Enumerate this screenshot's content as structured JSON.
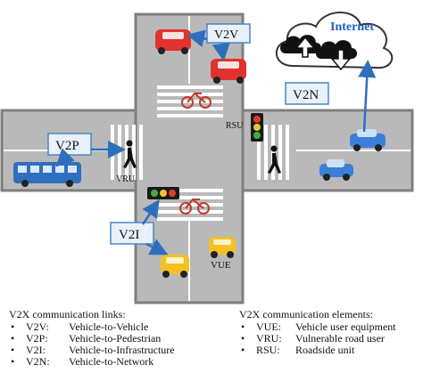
{
  "labels": {
    "v2v": "V2V",
    "v2p": "V2P",
    "v2i": "V2I",
    "v2n": "V2N",
    "rsu": "RSU",
    "vru": "VRU",
    "vue": "VUE",
    "internet": "Internet"
  },
  "legend_links": {
    "title": "V2X communication links:",
    "items": [
      {
        "abbr": "V2V:",
        "text": "Vehicle-to-Vehicle"
      },
      {
        "abbr": "V2P:",
        "text": "Vehicle-to-Pedestrian"
      },
      {
        "abbr": "V2I:",
        "text": "Vehicle-to-Infrastructure"
      },
      {
        "abbr": "V2N:",
        "text": "Vehicle-to-Network"
      }
    ]
  },
  "legend_elements": {
    "title": "V2X communication elements:",
    "items": [
      {
        "abbr": "VUE:",
        "text": "Vehicle user equipment"
      },
      {
        "abbr": "VRU:",
        "text": "Vulnerable road user"
      },
      {
        "abbr": "RSU:",
        "text": "Roadside unit"
      }
    ]
  },
  "colors": {
    "road": "#b9b9b9",
    "kerb": "#7f7f7f",
    "link_box_border": "#4a86c5",
    "link_box_fill": "#e9f1fb",
    "arrow": "#2e6fbd",
    "car_red": "#e0322e",
    "car_blue": "#3b7fd8",
    "car_yellow": "#f5c024",
    "bus": "#2f6fc0",
    "bike": "#c0392b",
    "internet_text": "#1f5fbf"
  }
}
